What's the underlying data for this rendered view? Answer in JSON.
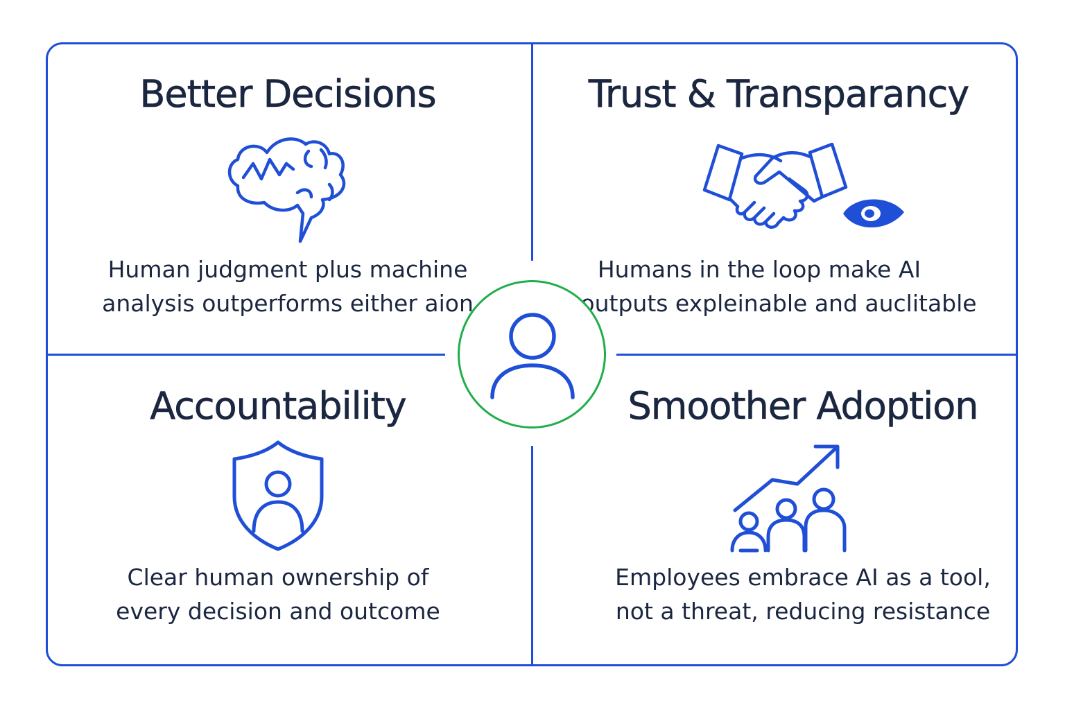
{
  "colors": {
    "accent": "#1f4fd6",
    "center_ring": "#1fae4a",
    "text": "#1b2740"
  },
  "center": {
    "icon": "person-icon"
  },
  "quadrants": [
    {
      "title": "Better Decisions",
      "icon": "brain-icon",
      "lines": [
        "Human judgment plus machine",
        "analysis outperforms either aion"
      ]
    },
    {
      "title": "Trust & Transparancy",
      "icon": "handshake-eye-icon",
      "lines": [
        "Humans in the loop make AI",
        "outputs expleinable and auclitable"
      ]
    },
    {
      "title": "Accountability",
      "icon": "shield-person-icon",
      "lines": [
        "Clear human ownership of",
        "every decision and outcome"
      ]
    },
    {
      "title": "Smoother Adoption",
      "icon": "team-growth-icon",
      "lines": [
        "Employees embrace AI as a tool,",
        "not a threat, reducing resistance"
      ]
    }
  ]
}
